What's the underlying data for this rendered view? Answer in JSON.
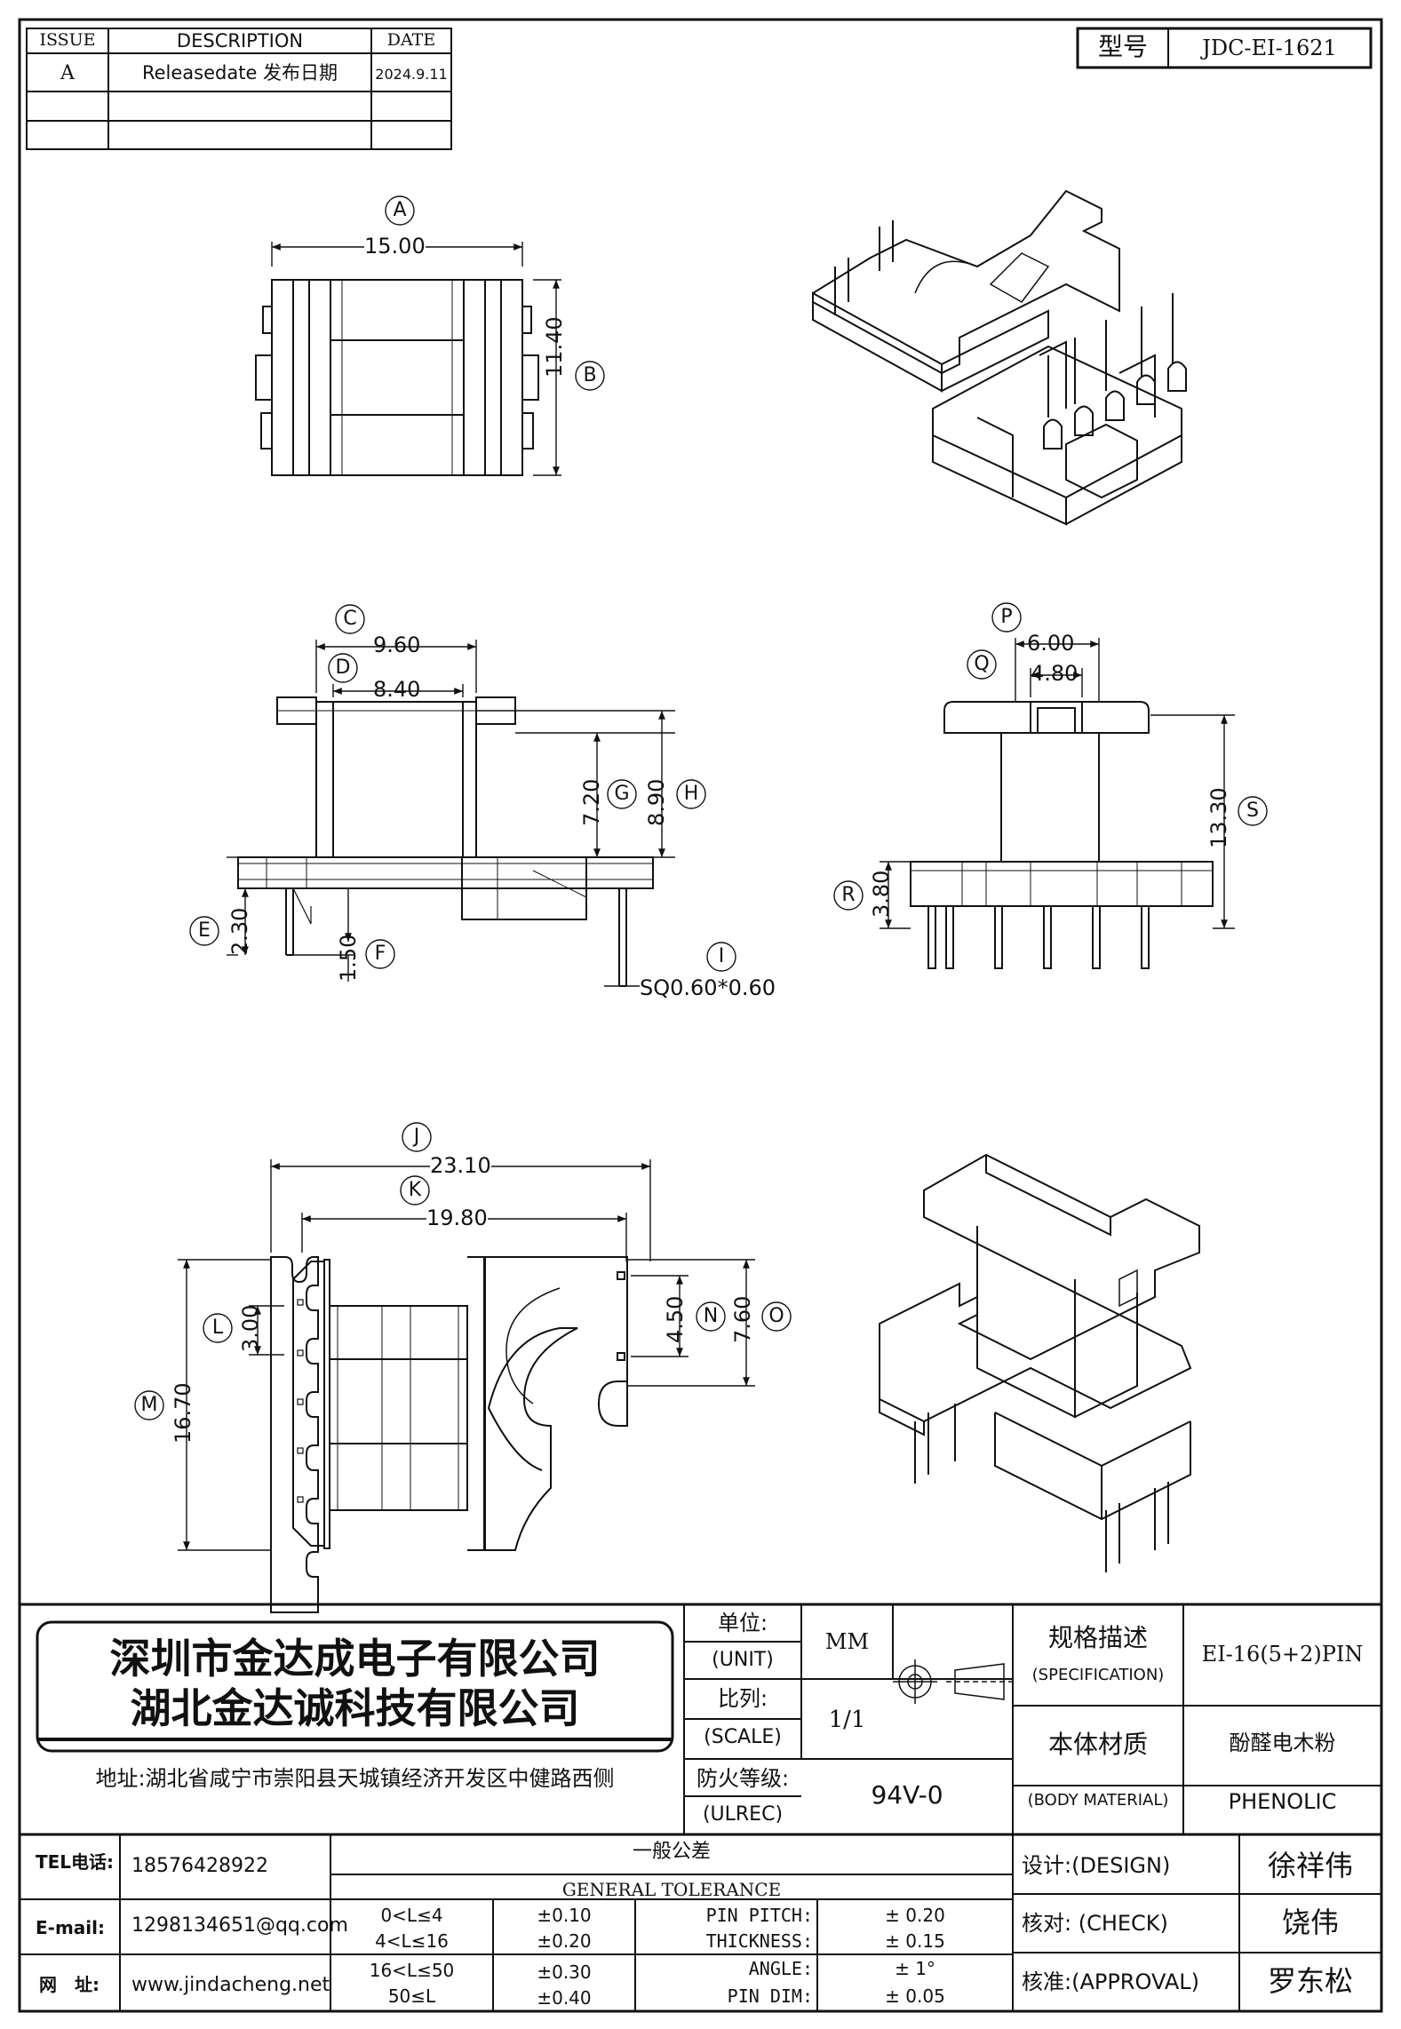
{
  "revision_table": {
    "headers": [
      "ISSUE",
      "DESCRIPTION",
      "DATE"
    ],
    "rows": [
      {
        "issue": "A",
        "description": "Releasedate 发布日期",
        "date": "2024.9.11"
      }
    ]
  },
  "model": {
    "label": "型号",
    "value": "JDC-EI-1621"
  },
  "dimensions": {
    "A": "15.00",
    "B": "11.40",
    "C": "9.60",
    "D": "8.40",
    "E": "2.30",
    "F": "1.50",
    "G": "7.20",
    "H": "8.90",
    "I": "SQ0.60*0.60",
    "J": "23.10",
    "K": "19.80",
    "L": "3.00",
    "M": "16.70",
    "N": "4.50",
    "O": "7.60",
    "P": "6.00",
    "Q": "4.80",
    "R": "3.80",
    "S": "13.30"
  },
  "company": {
    "name1": "深圳市金达成电子有限公司",
    "name2": "湖北金达诚科技有限公司",
    "address": "地址:湖北省咸宁市崇阳县天城镇经济开发区中健路西侧"
  },
  "specs": {
    "unit_label_cn": "单位:",
    "unit_label_en": "(UNIT)",
    "unit_value": "MM",
    "scale_label_cn": "比列:",
    "scale_label_en": "(SCALE)",
    "scale_value": "1/1",
    "fire_label_cn": "防火等级:",
    "fire_label_en": "(ULREC)",
    "fire_value": "94V-0",
    "spec_label_cn": "规格描述",
    "spec_label_en": "(SPECIFICATION)",
    "spec_value": "EI-16(5+2)PIN",
    "material_label_cn": "本体材质",
    "material_label_en": "(BODY MATERIAL)",
    "material_value_cn": "酚醛电木粉",
    "material_value_en": "PHENOLIC"
  },
  "contact": {
    "tel_label": "TEL电话:",
    "tel": "18576428922",
    "email_label": "E-mail:",
    "email": "1298134651@qq.com",
    "web_label": "网　址:",
    "web": "www.jindacheng.net"
  },
  "tolerance": {
    "title_cn": "一般公差",
    "title_en": "GENERAL TOLERANCE",
    "ranges": [
      {
        "range": "0<L≤4",
        "tol": "±0.10"
      },
      {
        "range": "4<L≤16",
        "tol": "±0.20"
      },
      {
        "range": "16<L≤50",
        "tol": "±0.30"
      },
      {
        "range": "50≤L",
        "tol": "±0.40"
      }
    ],
    "items": [
      {
        "name": "PIN PITCH:",
        "value": "± 0.20"
      },
      {
        "name": "THICKNESS:",
        "value": "± 0.15"
      },
      {
        "name": "ANGLE:",
        "value": "± 1°"
      },
      {
        "name": "PIN DIM:",
        "value": "± 0.05"
      }
    ]
  },
  "approvals": {
    "design_label": "设计:(DESIGN)",
    "design_name": "徐祥伟",
    "check_label": "核对: (CHECK)",
    "check_name": "饶伟",
    "approval_label": "核准:(APPROVAL)",
    "approval_name": "罗东松"
  }
}
